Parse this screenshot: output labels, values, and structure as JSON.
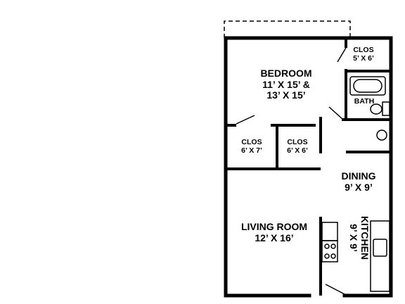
{
  "floorplan": {
    "rooms": {
      "bedroom": {
        "name": "BEDROOM",
        "dims_line1": "11’ X 15’ &",
        "dims_line2": "13’ X 15’"
      },
      "closet_top": {
        "name": "CLOS",
        "dims": "5’ X 6’"
      },
      "bath": {
        "name": "BATH"
      },
      "closet_left": {
        "name": "CLOS",
        "dims": "6’ X 7’"
      },
      "closet_mid": {
        "name": "CLOS",
        "dims": "6’ X 6’"
      },
      "dining": {
        "name": "DINING",
        "dims": "9’ X 9’"
      },
      "living": {
        "name": "LIVING ROOM",
        "dims": "12’ X 16’"
      },
      "kitchen": {
        "name": "KITCHEN",
        "dims": "9’ X 9’"
      }
    },
    "colors": {
      "wall": "#000000",
      "background": "#ffffff"
    }
  }
}
